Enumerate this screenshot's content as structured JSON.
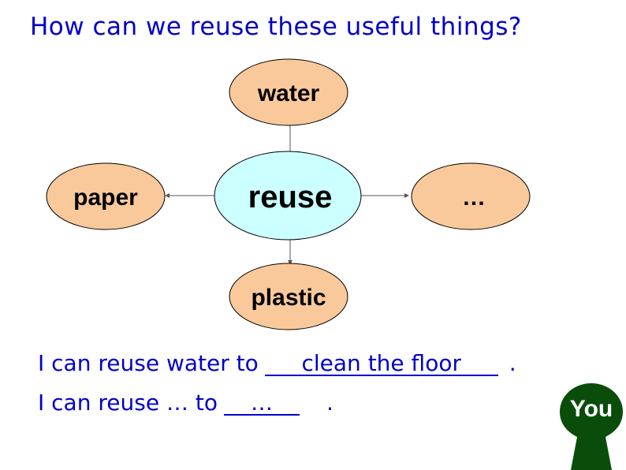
{
  "title": "How can we reuse these useful things?",
  "diagram": {
    "center": "reuse",
    "nodes": {
      "top": "water",
      "left": "paper",
      "right": "…",
      "bottom": "plastic"
    },
    "colors": {
      "center_fill": "#ccffff",
      "node_fill": "#f9c99b",
      "outline": "#000000"
    }
  },
  "sentences": {
    "line1_prefix": "I can reuse water to",
    "line1_answer": "clean the floor",
    "line1_end": ".",
    "line2_prefix": "I can reuse … to",
    "line2_answer": "…",
    "line2_end": "."
  },
  "you_button": {
    "label": "You",
    "color": "#0a4d0a"
  },
  "text_color": "#0000cc"
}
